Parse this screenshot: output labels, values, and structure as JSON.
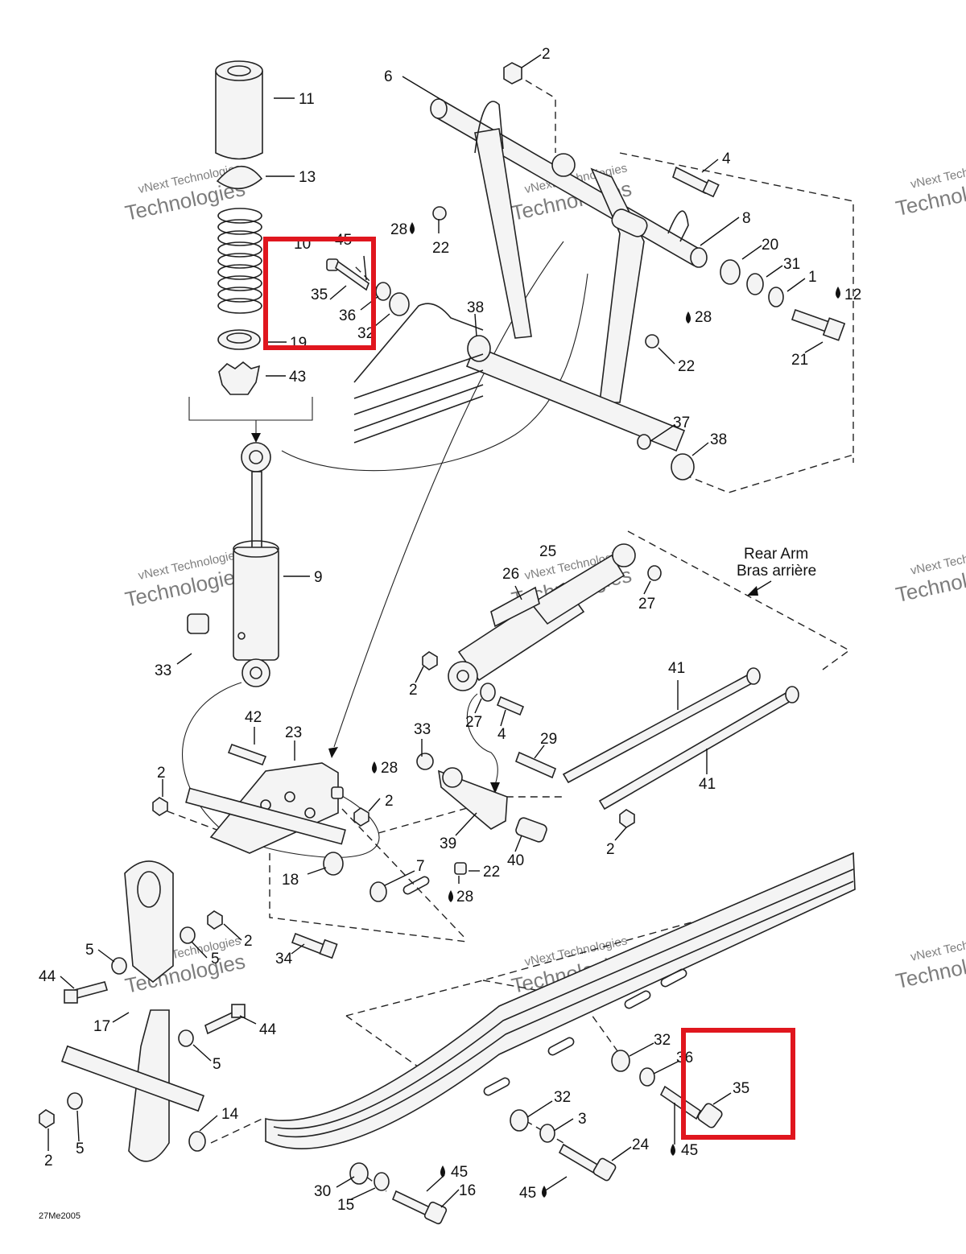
{
  "watermarks": [
    {
      "line1": "vNext Technologies",
      "line2": "Technologies"
    }
  ],
  "rear_arm": {
    "en": "Rear Arm",
    "fr": "Bras arrière"
  },
  "drawing_code": "27Me2005",
  "highlight_color": "#e0161e",
  "lubricant_icon": "oil-drop-icon",
  "callouts": {
    "c11": "11",
    "c13": "13",
    "c10": "10",
    "c19": "19",
    "c43": "43",
    "c6": "6",
    "c2a": "2",
    "c4a": "4",
    "c8": "8",
    "c20": "20",
    "c31": "31",
    "c1": "1",
    "c12": "12",
    "c21": "21",
    "c28a": "28",
    "c22a": "22",
    "c28b": "28",
    "c22b": "22",
    "c35a": "35",
    "c36a": "36",
    "c45a": "45",
    "c32a": "32",
    "c38a": "38",
    "c37": "37",
    "c38b": "38",
    "c9": "9",
    "c33a": "33",
    "c25": "25",
    "c26": "26",
    "c27a": "27",
    "c2b": "2",
    "c27b": "27",
    "c4b": "4",
    "c41a": "41",
    "c41b": "41",
    "c29": "29",
    "c42": "42",
    "c23": "23",
    "c28c": "28",
    "c2c": "2",
    "c2d": "2",
    "c33b": "33",
    "c39": "39",
    "c40": "40",
    "c2e": "2",
    "c22c": "22",
    "c28d": "28",
    "c18": "18",
    "c7": "7",
    "c34": "34",
    "c5a": "5",
    "c44a": "44",
    "c2f": "2",
    "c5b": "5",
    "c17": "17",
    "c44b": "44",
    "c5c": "5",
    "c14": "14",
    "c2g": "2",
    "c5d": "5",
    "c32b": "32",
    "c36b": "36",
    "c35b": "35",
    "c45b": "45",
    "c32c": "32",
    "c3": "3",
    "c24": "24",
    "c45c": "45",
    "c30": "30",
    "c15": "15",
    "c45d": "45",
    "c16": "16"
  }
}
